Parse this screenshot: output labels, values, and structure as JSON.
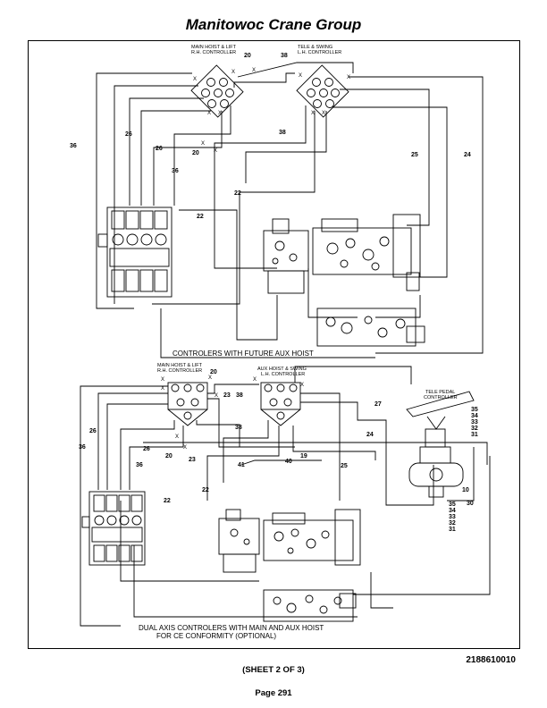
{
  "header": {
    "title": "Manitowoc Crane Group"
  },
  "top_diagram": {
    "rh_controller_line1": "MAIN HOIST & LIFT",
    "rh_controller_line2": "R.H. CONTROLLER",
    "lh_controller_line1": "TELE & SWING",
    "lh_controller_line2": "L.H. CONTROLLER",
    "caption": "CONTROLERS WITH FUTURE AUX HOIST"
  },
  "bottom_diagram": {
    "rh_controller_line1": "MAIN HOIST & LIFT",
    "rh_controller_line2": "R.H. CONTROLLER",
    "lh_controller_line1": "AUX HOIST & SWING",
    "lh_controller_line2": "L.H. CONTROLLER",
    "pedal_line1": "TELE PEDAL",
    "pedal_line2": "CONTROLLER",
    "caption_line1": "DUAL AXIS CONTROLERS WITH MAIN AND AUX HOIST",
    "caption_line2": "FOR CE CONFORMITY (OPTIONAL)"
  },
  "line_numbers": {
    "n20": "20",
    "n38": "38",
    "n36": "36",
    "n26": "26",
    "n22": "22",
    "n25": "25",
    "n24": "24",
    "n23": "23",
    "n27": "27",
    "n19": "19",
    "n41": "41",
    "n40": "40",
    "n10": "10",
    "n30": "30",
    "stack": [
      "35",
      "34",
      "33",
      "32",
      "31"
    ]
  },
  "footer": {
    "drawing_number": "2188610010",
    "sheet": "(SHEET 2 OF 3)",
    "page": "Page 291"
  }
}
